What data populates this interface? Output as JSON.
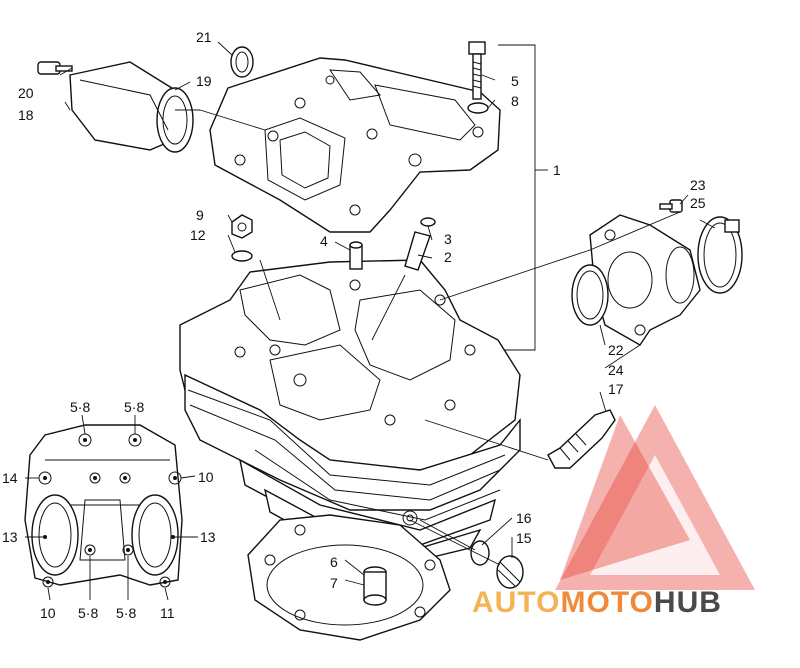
{
  "callouts": [
    {
      "id": "c20",
      "text": "20"
    },
    {
      "id": "c18",
      "text": "18"
    },
    {
      "id": "c21",
      "text": "21"
    },
    {
      "id": "c19",
      "text": "19"
    },
    {
      "id": "c5",
      "text": "5"
    },
    {
      "id": "c8",
      "text": "8"
    },
    {
      "id": "c1",
      "text": "1"
    },
    {
      "id": "c23",
      "text": "23"
    },
    {
      "id": "c25",
      "text": "25"
    },
    {
      "id": "c9",
      "text": "9"
    },
    {
      "id": "c12",
      "text": "12"
    },
    {
      "id": "c4",
      "text": "4"
    },
    {
      "id": "c3",
      "text": "3"
    },
    {
      "id": "c2",
      "text": "2"
    },
    {
      "id": "c22",
      "text": "22"
    },
    {
      "id": "c24",
      "text": "24"
    },
    {
      "id": "c17",
      "text": "17"
    },
    {
      "id": "c16",
      "text": "16"
    },
    {
      "id": "c15",
      "text": "15"
    },
    {
      "id": "c6",
      "text": "6"
    },
    {
      "id": "c7",
      "text": "7"
    },
    {
      "id": "d58a",
      "text": "5·8"
    },
    {
      "id": "d58b",
      "text": "5·8"
    },
    {
      "id": "d14",
      "text": "14"
    },
    {
      "id": "d10a",
      "text": "10"
    },
    {
      "id": "d13a",
      "text": "13"
    },
    {
      "id": "d13b",
      "text": "13"
    },
    {
      "id": "d10b",
      "text": "10"
    },
    {
      "id": "d58c",
      "text": "5·8"
    },
    {
      "id": "d58d",
      "text": "5·8"
    },
    {
      "id": "d11",
      "text": "11"
    }
  ],
  "watermark": {
    "part1": "AUTO",
    "part2": "MOTO",
    "part3": "HUB",
    "color1": "#f4b455",
    "color2": "#f08a3a",
    "color3": "#4a4a4a",
    "triangle_color": "#e8453c"
  }
}
